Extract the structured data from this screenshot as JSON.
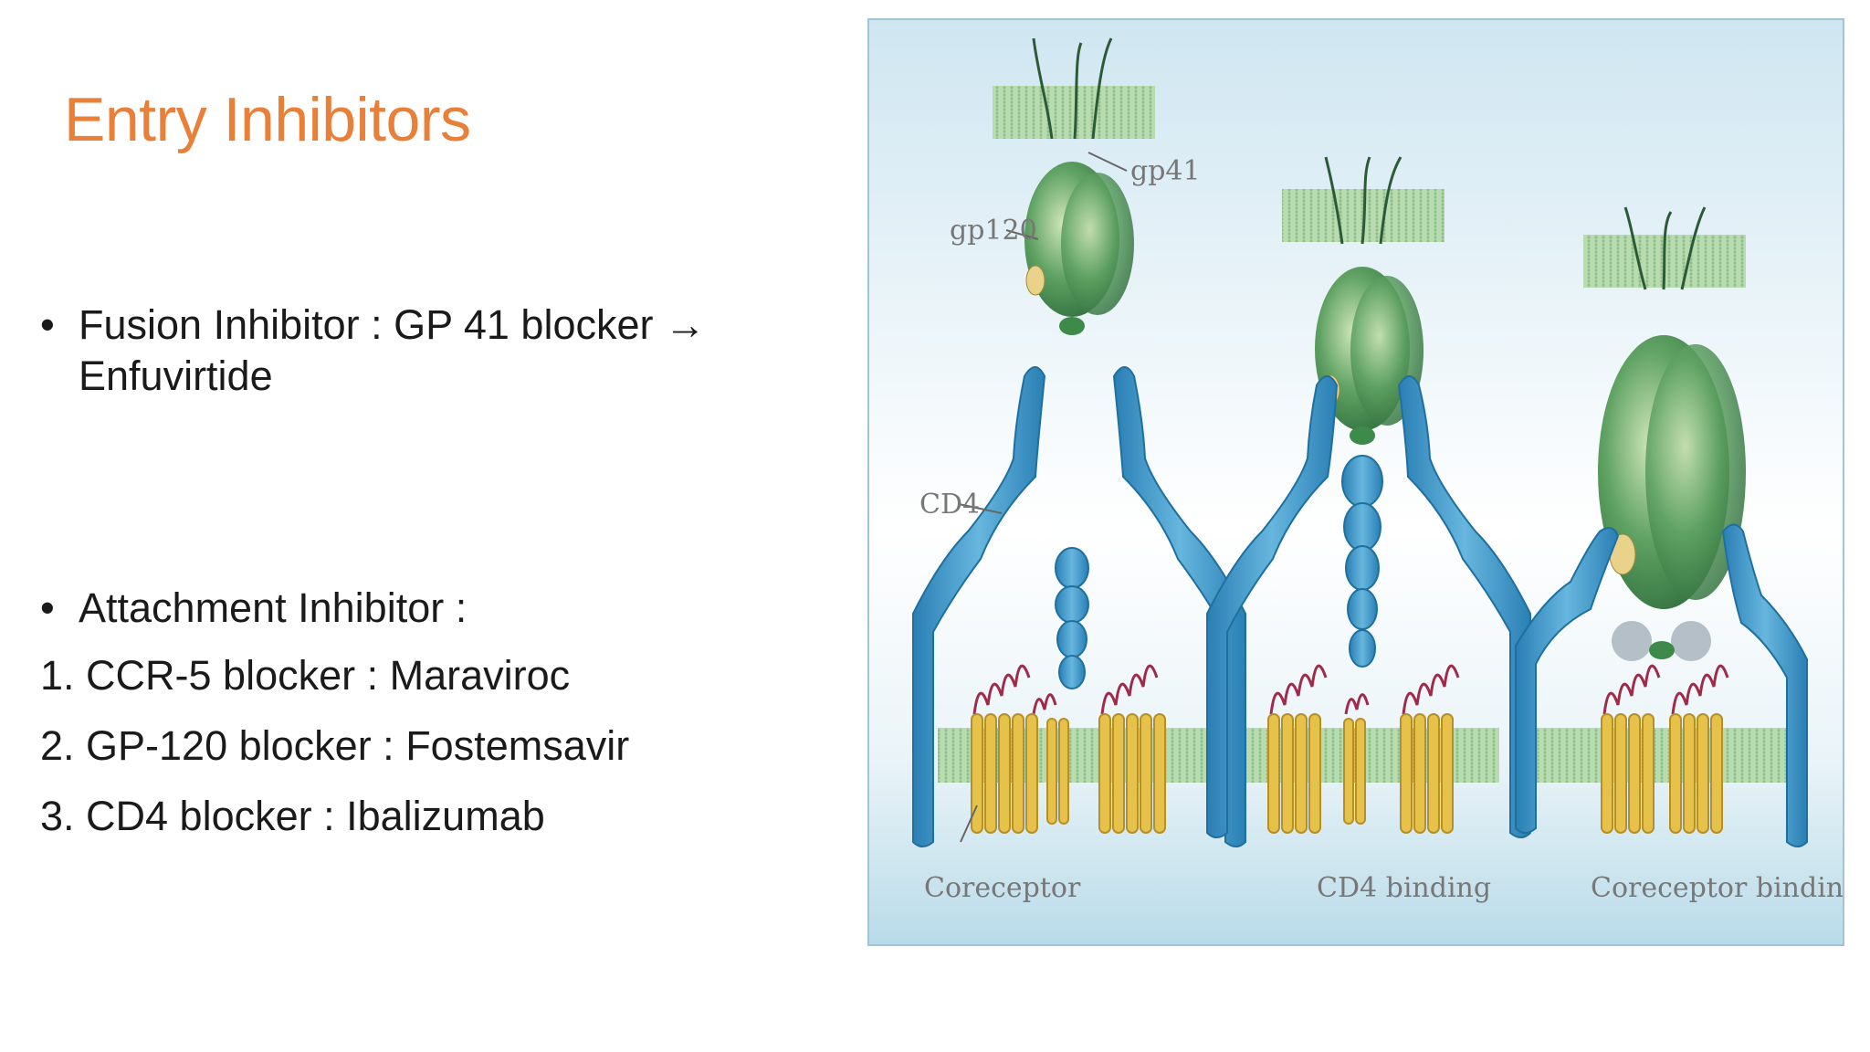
{
  "slide": {
    "title": "Entry Inhibitors",
    "title_color": "#E8803A",
    "bullets": [
      {
        "text": "Fusion Inhibitor : GP 41 blocker → Enfuvirtide"
      },
      {
        "text": "Attachment Inhibitor :"
      }
    ],
    "numbered": [
      "1. CCR-5 blocker : Maraviroc",
      "2. GP-120 blocker : Fostemsavir",
      "3. CD4 blocker : Ibalizumab"
    ],
    "bullet_glyph": "•"
  },
  "figure": {
    "labels": {
      "gp41": "gp41",
      "gp120": "gp120",
      "cd4": "CD4",
      "coreceptor": "Coreceptor",
      "cd4_binding": "CD4 binding",
      "coreceptor_binding": "Coreceptor binding"
    },
    "colors": {
      "envelope_green": "#3e8a4a",
      "cd4_blue": "#3a95c8",
      "coreceptor_yellow": "#e7c24a",
      "coreceptor_loops": "#a02a4a",
      "membrane": "#9ccc9c"
    }
  }
}
